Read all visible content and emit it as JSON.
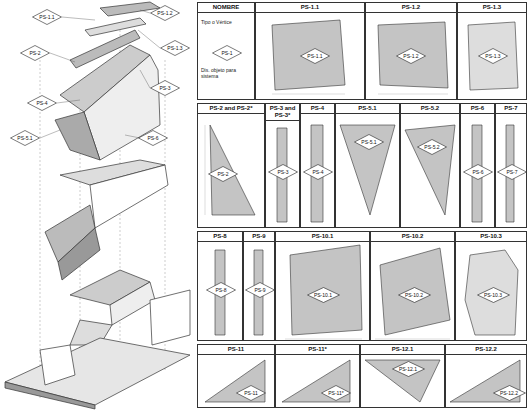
{
  "diagram": {
    "nodes": [
      {
        "text": [
          "PS-1.1"
        ]
      },
      {
        "text": [
          "PS-1.2"
        ]
      },
      {
        "text": [
          "PS-1.3"
        ]
      },
      {
        "text": [
          "PS-2"
        ]
      },
      {
        "text": [
          "PS-3"
        ]
      },
      {
        "text": [
          "PS-4"
        ]
      },
      {
        "text": [
          "PS-5.1"
        ]
      },
      {
        "text": [
          "PS-6"
        ]
      },
      {
        "text": [
          "NOMBRE"
        ]
      },
      {
        "text": [
          "PS-1"
        ],
        "in": 8
      },
      {
        "text": [
          "PS-1.1"
        ]
      },
      {
        "text": [
          "PS-1.1"
        ],
        "in": 10
      },
      {
        "text": [
          "PS-1.2"
        ]
      },
      {
        "text": [
          "PS-1.2"
        ],
        "in": 12
      },
      {
        "text": [
          "PS-1.3"
        ]
      },
      {
        "text": [
          "PS-1.3"
        ],
        "in": 14
      },
      {
        "text": [
          "PS-2 and PS-2*"
        ]
      },
      {
        "text": [
          "PS-2"
        ],
        "in": 16
      },
      {
        "text": [
          "PS-3 and PS-3*"
        ]
      },
      {
        "text": [
          "PS-3"
        ],
        "in": 18
      },
      {
        "text": [
          "PS-4"
        ]
      },
      {
        "text": [
          "PS-4"
        ],
        "in": 20
      },
      {
        "text": [
          "PS-5.1"
        ]
      },
      {
        "text": [
          "PS-5.1"
        ],
        "in": 22
      },
      {
        "text": [
          "PS-5.2"
        ]
      },
      {
        "text": [
          "PS-5.2"
        ],
        "in": 24
      },
      {
        "text": [
          "PS-6"
        ]
      },
      {
        "text": [
          "PS-6"
        ],
        "in": 26
      },
      {
        "text": [
          "PS-7"
        ]
      },
      {
        "text": [
          "PS-7"
        ],
        "in": 28
      },
      {
        "text": [
          "PS-8"
        ]
      },
      {
        "text": [
          "PS-8"
        ],
        "in": 30
      },
      {
        "text": [
          "PS-9"
        ]
      },
      {
        "text": [
          "PS-9"
        ],
        "in": 32
      },
      {
        "text": [
          "PS-10.1"
        ]
      },
      {
        "text": [
          "PS-10.1"
        ],
        "in": 34
      },
      {
        "text": [
          "PS-10.2"
        ]
      },
      {
        "text": [
          "PS-10.2"
        ],
        "in": 36
      },
      {
        "text": [
          "PS-10.3"
        ]
      },
      {
        "text": [
          "PS-10.3"
        ],
        "in": 38
      },
      {
        "text": [
          "PS-11"
        ]
      },
      {
        "text": [
          "PS-11"
        ],
        "in": 40
      },
      {
        "text": [
          "PS-11*"
        ]
      },
      {
        "text": [
          "PS-11*"
        ],
        "in": 42
      },
      {
        "text": [
          "PS-12.1"
        ]
      },
      {
        "text": [
          "PS-12.1"
        ],
        "in": 44
      },
      {
        "text": [
          "PS-12.2"
        ]
      },
      {
        "text": [
          "PS-12.2"
        ],
        "in": 46
      }
    ],
    "labels": [
      "Tipo o Vértice",
      "Dis. objeto para sistema"
    ]
  }
}
